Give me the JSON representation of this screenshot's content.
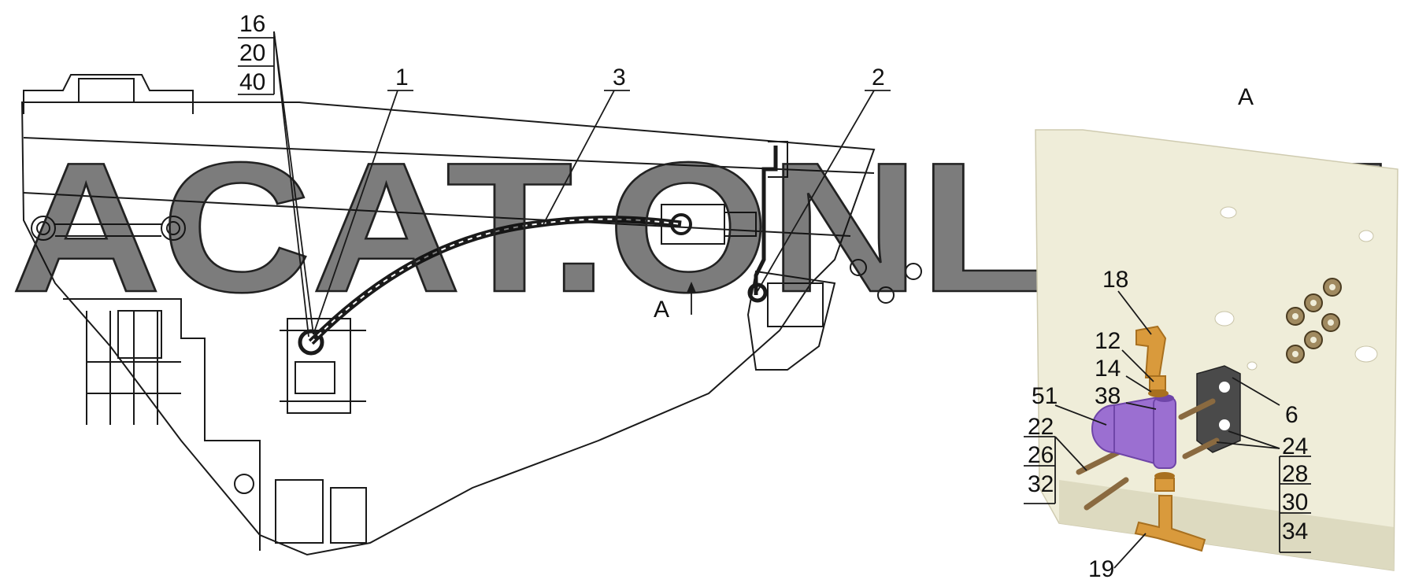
{
  "watermark": {
    "text": "ACAT.ONLINE",
    "fill_color": "#ffffff",
    "stroke_color": "#222222"
  },
  "view_labels": {
    "view_a_title": "A",
    "arrow_label": "A"
  },
  "callouts": {
    "main_assembly": [
      "1",
      "2",
      "3"
    ],
    "stack_left_top": [
      "16",
      "20",
      "40"
    ],
    "detail_a": {
      "hose_fitting": "18",
      "nipple": "12",
      "washer": "14",
      "seal": "38",
      "valve_body": "51",
      "bracket": "6",
      "tee_fitting": "19",
      "stack_left": [
        "22",
        "26",
        "32"
      ],
      "stack_right": [
        "24",
        "28",
        "30",
        "34"
      ]
    }
  },
  "colors": {
    "line": "#1a1a1a",
    "panel": "#efedd9",
    "panel_shadow": "#dddac0",
    "valve_purple": "#9b6fd1",
    "valve_purple_dark": "#6f45a8",
    "brass": "#d99a3c",
    "brass_dark": "#a8701f",
    "bracket": "#4a4a4a",
    "nut": "#a08a60",
    "bolt": "#8a6a40"
  }
}
